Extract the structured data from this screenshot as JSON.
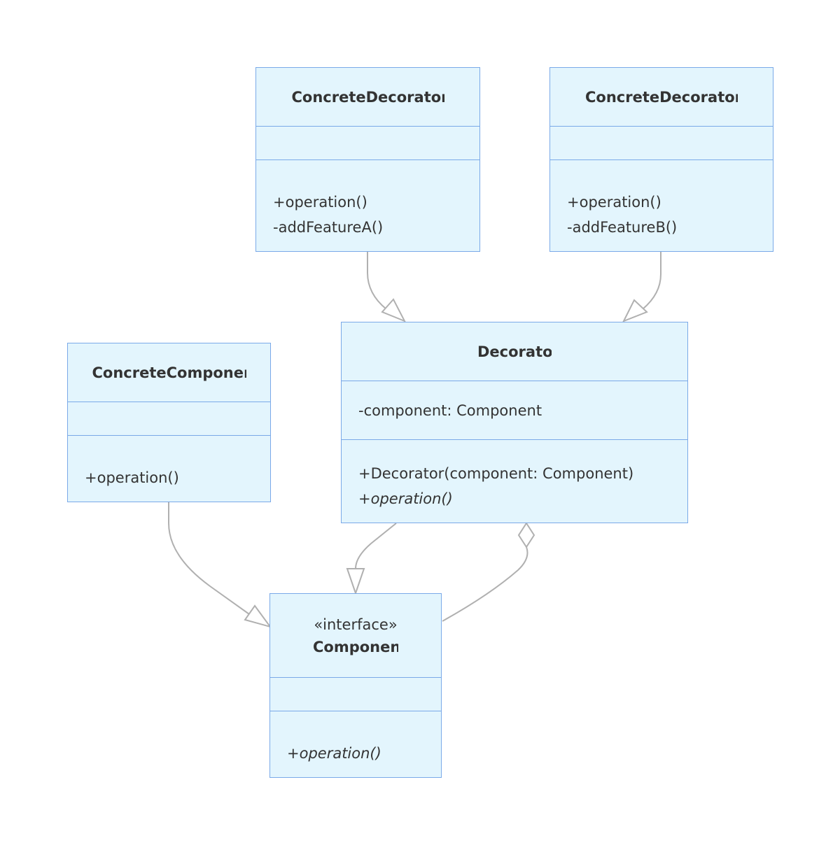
{
  "diagram": {
    "type": "uml-class",
    "colors": {
      "box_fill": "#e3f5fd",
      "box_border": "#7aa9e8",
      "edge": "#b0b0b0",
      "text": "#333333"
    },
    "classes": {
      "concrete_decorator_a": {
        "name": "ConcreteDecoratorA",
        "attributes": [],
        "methods": [
          "+operation()",
          "-addFeatureA()"
        ]
      },
      "concrete_decorator_b": {
        "name": "ConcreteDecoratorB",
        "attributes": [],
        "methods": [
          "+operation()",
          "-addFeatureB()"
        ]
      },
      "decorator": {
        "name": "Decorator",
        "attributes": [
          "-component: Component"
        ],
        "methods": [
          "+Decorator(component: Component)",
          "+operation()"
        ]
      },
      "concrete_component": {
        "name": "ConcreteComponent",
        "attributes": [],
        "methods": [
          "+operation()"
        ]
      },
      "component": {
        "stereotype": "«interface»",
        "name": "Component",
        "attributes": [],
        "methods": [
          "+operation()"
        ]
      }
    },
    "relations": [
      {
        "from": "ConcreteDecoratorA",
        "to": "Decorator",
        "kind": "inheritance"
      },
      {
        "from": "ConcreteDecoratorB",
        "to": "Decorator",
        "kind": "inheritance"
      },
      {
        "from": "ConcreteComponent",
        "to": "Component",
        "kind": "inheritance"
      },
      {
        "from": "Decorator",
        "to": "Component",
        "kind": "inheritance"
      },
      {
        "from": "Decorator",
        "to": "Component",
        "kind": "aggregation"
      }
    ]
  }
}
